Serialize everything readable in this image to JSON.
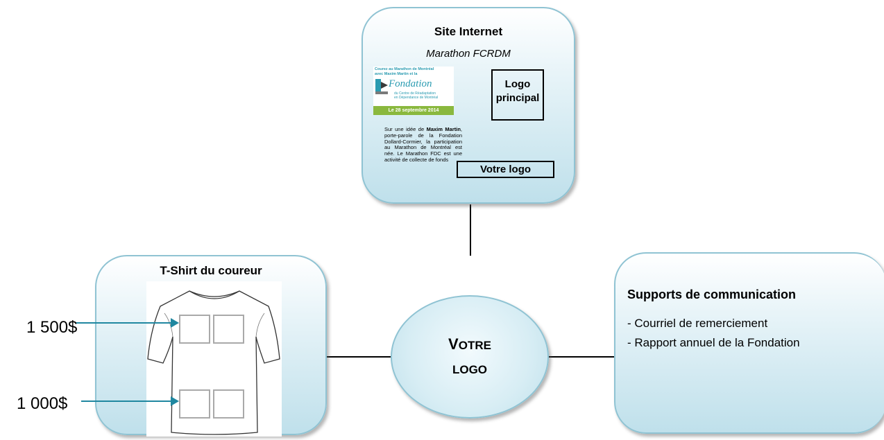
{
  "site": {
    "title": "Site Internet",
    "subtitle": "Marathon FCRDM",
    "main_logo_label_1": "Logo",
    "main_logo_label_2": "principal",
    "your_logo_label": "Votre logo",
    "banner": {
      "line1": "Courez au Marathon de Montréal",
      "line2": "avec Maxim Martin et la",
      "brand": "Fondation",
      "sub1": "du Centre de Réadaptation",
      "sub2": "en Dépendance de Montréal",
      "date": "Le 28 septembre 2014"
    },
    "text_pre": "Sur une idée de ",
    "text_bold": "Maxim Martin",
    "text_post": ", porte-parole de la Fondation Dollard-Cormier, la participation au Marathon de Montréal est née. Le Marathon FDC est une activité de collecte de fonds"
  },
  "tshirt": {
    "title": "T-Shirt du coureur",
    "price_top": "1 500$",
    "price_bottom": "1 000$"
  },
  "center": {
    "line1_cap": "V",
    "line1_rest": "OTRE",
    "line2": "LOGO"
  },
  "supports": {
    "title": "Supports de communication",
    "items": [
      "- Courriel de remerciement",
      "- Rapport annuel de la Fondation"
    ]
  },
  "colors": {
    "panel_border": "#8fc3d3",
    "arrow": "#1f87a0",
    "banner_teal": "#2a9bb1",
    "banner_green": "#8ab83e"
  }
}
